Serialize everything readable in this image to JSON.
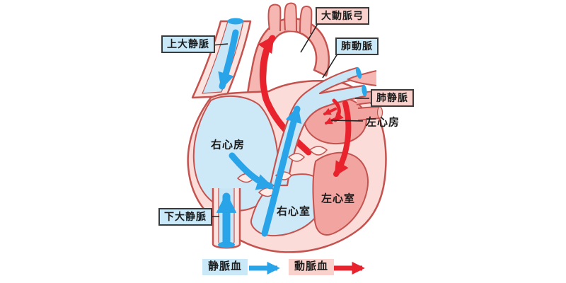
{
  "diagram": {
    "type": "heart-blood-flow-anatomy",
    "labels": {
      "aortic_arch": "大動脈弓",
      "superior_vena_cava": "上大静脈",
      "pulmonary_artery": "肺動脈",
      "pulmonary_vein": "肺静脈",
      "left_atrium": "左心房",
      "right_atrium": "右心房",
      "right_ventricle": "右心室",
      "left_ventricle": "左心室",
      "inferior_vena_cava": "下大静脈"
    },
    "legend": {
      "venous": {
        "label": "静脈血",
        "color": "#29a4e9"
      },
      "arterial": {
        "label": "動脈血",
        "color": "#e8232e"
      }
    },
    "colors": {
      "venous_fill": "#c9e6f7",
      "arterial_fill": "#f6b6b2",
      "chamber_arterial_fill": "#f2a4a1",
      "heart_wall_fill": "#fbdcd8",
      "outline": "#c4524e",
      "venous_arrow": "#29a4e9",
      "arterial_arrow": "#e8232e",
      "label_blue_bg": "#c9e8f8",
      "label_pink_bg": "#f9d2cd",
      "label_border": "#3b3b3b",
      "background": "#ffffff"
    }
  }
}
